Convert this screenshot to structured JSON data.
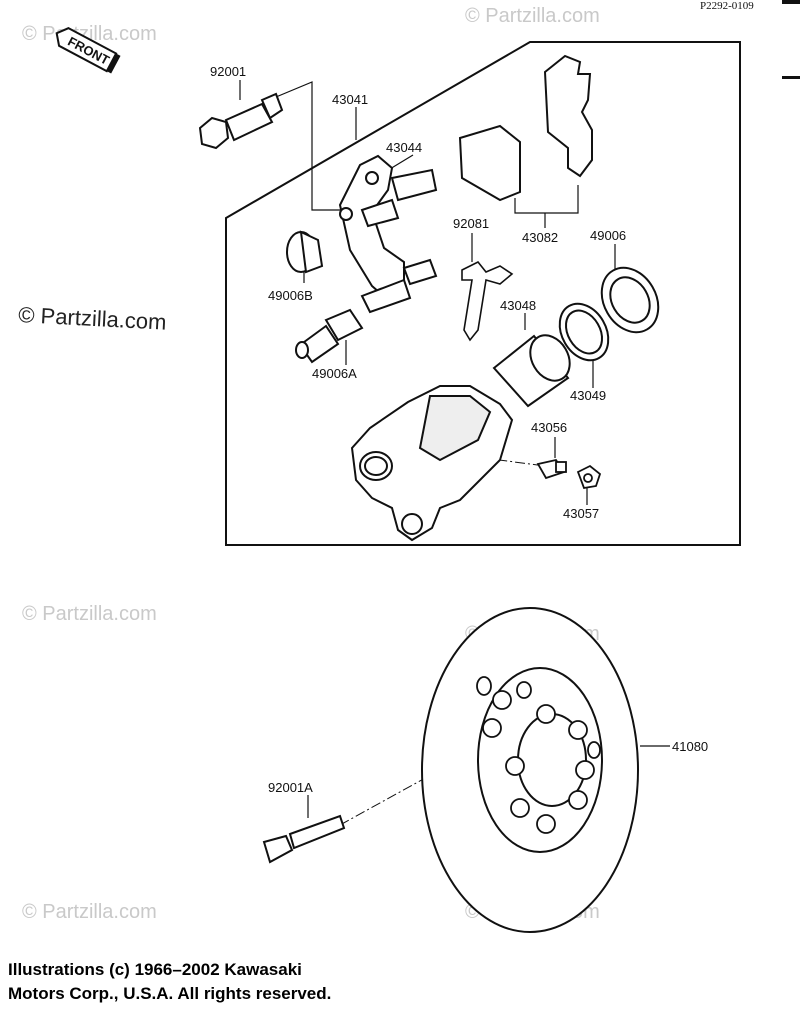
{
  "reference_code": "P2292-0109",
  "front_label": "FRONT",
  "watermark": "© Partzilla.com",
  "parts": {
    "p92001": "92001",
    "p43041": "43041",
    "p43044": "43044",
    "p49006B": "49006B",
    "p49006A": "49006A",
    "p92081": "92081",
    "p43082": "43082",
    "p49006": "49006",
    "p43048": "43048",
    "p43049": "43049",
    "p43056": "43056",
    "p43057": "43057",
    "p41080": "41080",
    "p92001A": "92001A"
  },
  "copyright": {
    "line1": "Illustrations (c) 1966–2002 Kawasaki",
    "line2": "Motors Corp., U.S.A.  All rights reserved."
  }
}
